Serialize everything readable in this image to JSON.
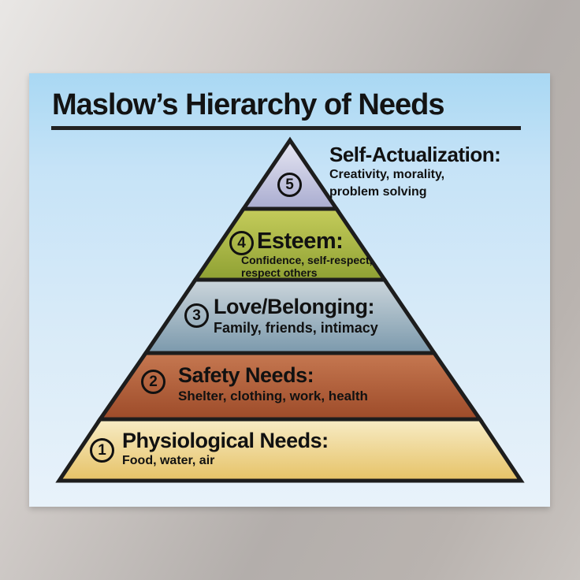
{
  "poster": {
    "title": "Maslow’s Hierarchy of Needs"
  },
  "pyramid": {
    "outline_color": "#1d1d1d",
    "levels": [
      {
        "number": "1",
        "heading": "Physiological Needs:",
        "subtitle_lines": [
          "Food, water, air"
        ],
        "colors": {
          "top": "#f7ecc6",
          "bottom": "#e6c266"
        }
      },
      {
        "number": "2",
        "heading": "Safety Needs:",
        "subtitle_lines": [
          "Shelter, clothing, work, health"
        ],
        "colors": {
          "top": "#c67851",
          "bottom": "#9d4b29"
        }
      },
      {
        "number": "3",
        "heading": "Love/Belonging:",
        "subtitle_lines": [
          "Family, friends, intimacy"
        ],
        "colors": {
          "top": "#ccd6dc",
          "bottom": "#7b99ac"
        }
      },
      {
        "number": "4",
        "heading": "Esteem:",
        "subtitle_lines": [
          "Confidence, self-respect,",
          "respect others"
        ],
        "colors": {
          "top": "#c5cc5b",
          "bottom": "#8fa133"
        }
      },
      {
        "number": "5",
        "heading": "Self-Actualization:",
        "subtitle_lines": [
          "Creativity, morality,",
          "problem solving"
        ],
        "colors": {
          "top": "#e7e7f3",
          "bottom": "#a9acd0"
        }
      }
    ]
  }
}
